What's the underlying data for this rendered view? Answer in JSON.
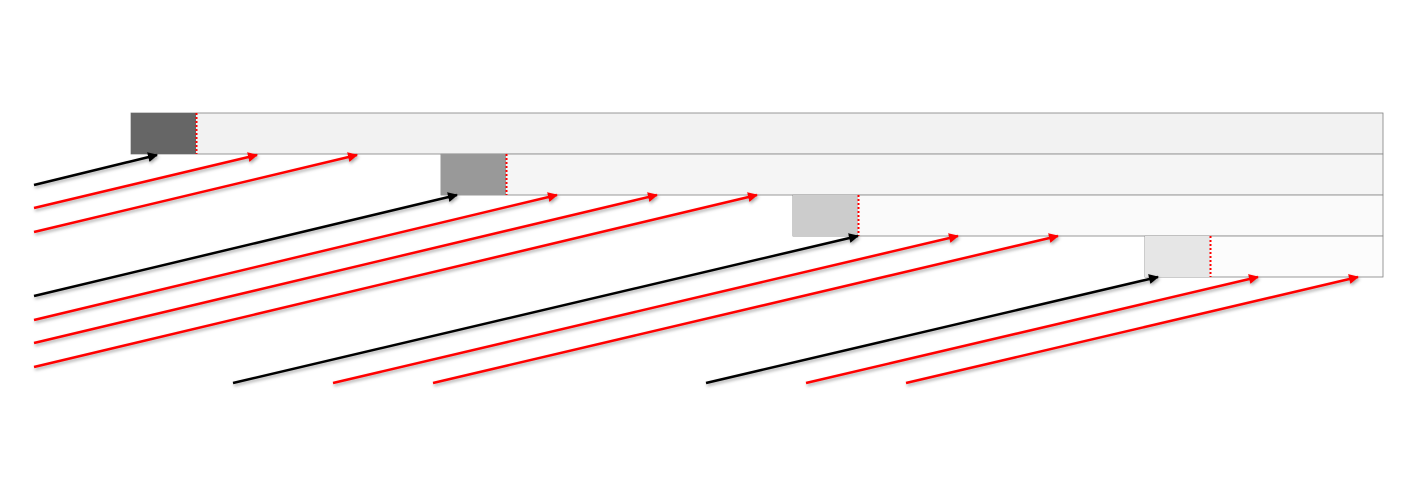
{
  "diagram": {
    "rows": [
      {
        "id": "row-1",
        "block_color": "#666666",
        "bar_color": "#f2f2f2"
      },
      {
        "id": "row-2",
        "block_color": "#999999",
        "bar_color": "#f5f5f5"
      },
      {
        "id": "row-3",
        "block_color": "#cccccc",
        "bar_color": "#fafafa"
      },
      {
        "id": "row-4",
        "block_color": "#e6e6e6",
        "bar_color": "#fcfcfc"
      }
    ],
    "colors": {
      "primary_arrow": "#000000",
      "secondary_arrow": "#ff0000",
      "divider": "#ff0000",
      "outline": "#808080",
      "background": "#ffffff"
    }
  }
}
